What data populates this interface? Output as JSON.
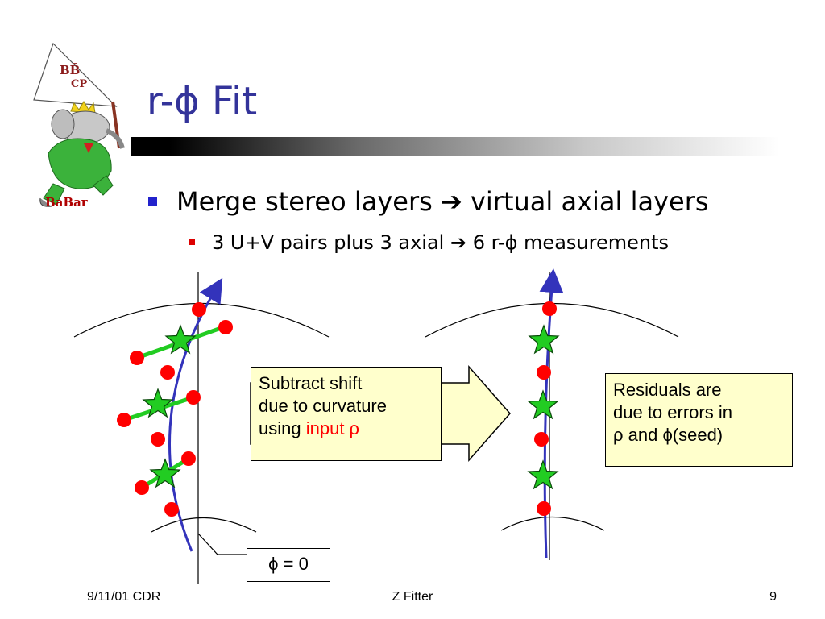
{
  "slide": {
    "title": "r-ϕ Fit",
    "logo": {
      "text": "BaBar",
      "flag_text": "BB̄ CP"
    }
  },
  "bullets": [
    {
      "level": 1,
      "text": "Merge stereo layers ➔ virtual axial layers"
    },
    {
      "level": 2,
      "text": "3 U+V pairs plus 3 axial ➔ 6 r-ϕ measurements"
    }
  ],
  "boxes": {
    "subtract": {
      "line1": "Subtract shift",
      "line2": "due to curvature",
      "line3_prefix": "using ",
      "line3_highlight": "input ρ"
    },
    "residuals": {
      "line1": "Residuals are",
      "line2": "due to errors in",
      "line3": "ρ and ϕ(seed)"
    },
    "phi_zero": {
      "label": "ϕ = 0"
    }
  },
  "colors": {
    "title": "#33339a",
    "track": "#3333bb",
    "hit": "#ff0000",
    "star": "#22cc22",
    "box_fill": "#ffffcc",
    "highlight": "#ff0000"
  },
  "footer": {
    "date": "9/11/01 CDR",
    "center": "Z Fitter",
    "page": "9"
  }
}
